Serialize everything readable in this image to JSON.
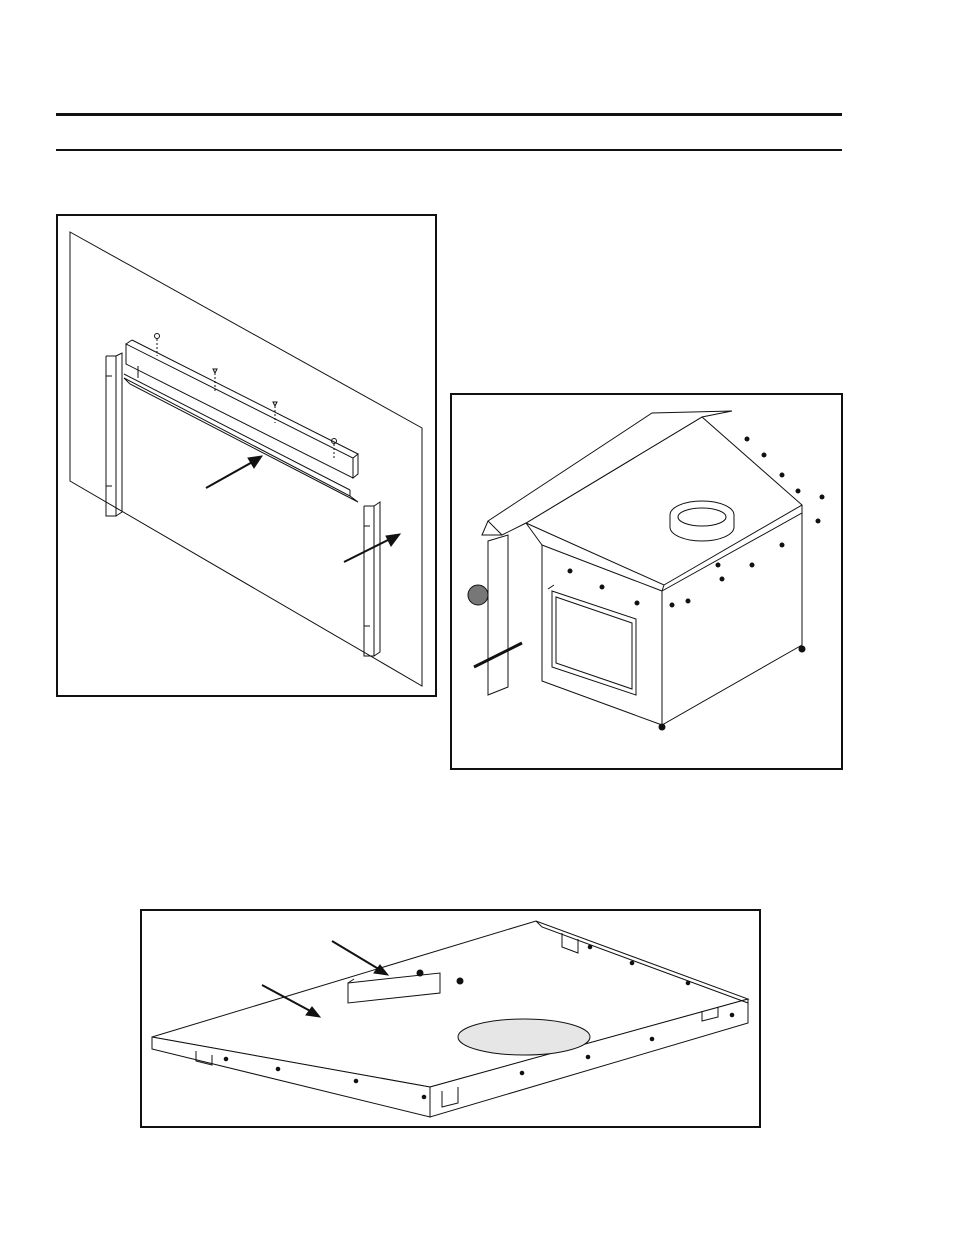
{
  "page": {
    "header_rules": [
      "thick-rule",
      "thin-rule"
    ]
  },
  "figures": [
    {
      "name": "figure-left-trim-bracket",
      "depicts": "isometric-exploded-wall-trim-with-screws"
    },
    {
      "name": "figure-right-cabinet-top",
      "depicts": "isometric-cabinet-with-top-panel-and-screws"
    },
    {
      "name": "figure-bottom-top-panel",
      "depicts": "isometric-top-panel-with-bracket"
    }
  ],
  "colors": {
    "line": "#111111",
    "background": "#ffffff",
    "shade": "#d8d8d8"
  }
}
